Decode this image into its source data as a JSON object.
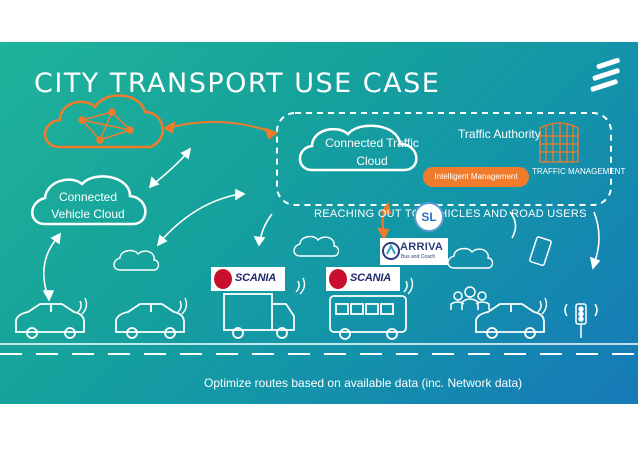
{
  "slide": {
    "title": "CITY TRANSPORT USE CASE",
    "vehicle_cloud_label": "Connected Vehicle Cloud",
    "traffic_cloud_label": "Connected Traffic Cloud",
    "traffic_authority_label": "Traffic Authority",
    "intelligent_management_label": "Intelligent Management",
    "traffic_management_label": "TRAFFIC MANAGEMENT",
    "reaching_out_label": "REACHING OUT TO VEHICLES AND ROAD USERS",
    "footer_text": "Optimize routes based on available data (inc. Network data)",
    "logos": {
      "scania": "SCANIA",
      "arriva": "ARRIVA",
      "arriva_sub": "Bus and Coach",
      "sl": "SL"
    }
  },
  "colors": {
    "background_start": "#1fb39a",
    "background_end": "#1679b8",
    "accent_orange": "#f07b2b",
    "line_white": "#ffffff"
  },
  "icons": [
    "ericsson-logo-icon",
    "cloud-icon",
    "car-icon",
    "truck-icon",
    "bus-icon",
    "phone-icon",
    "people-icon",
    "traffic-light-icon",
    "wifi-signal-icon",
    "building-icon"
  ]
}
